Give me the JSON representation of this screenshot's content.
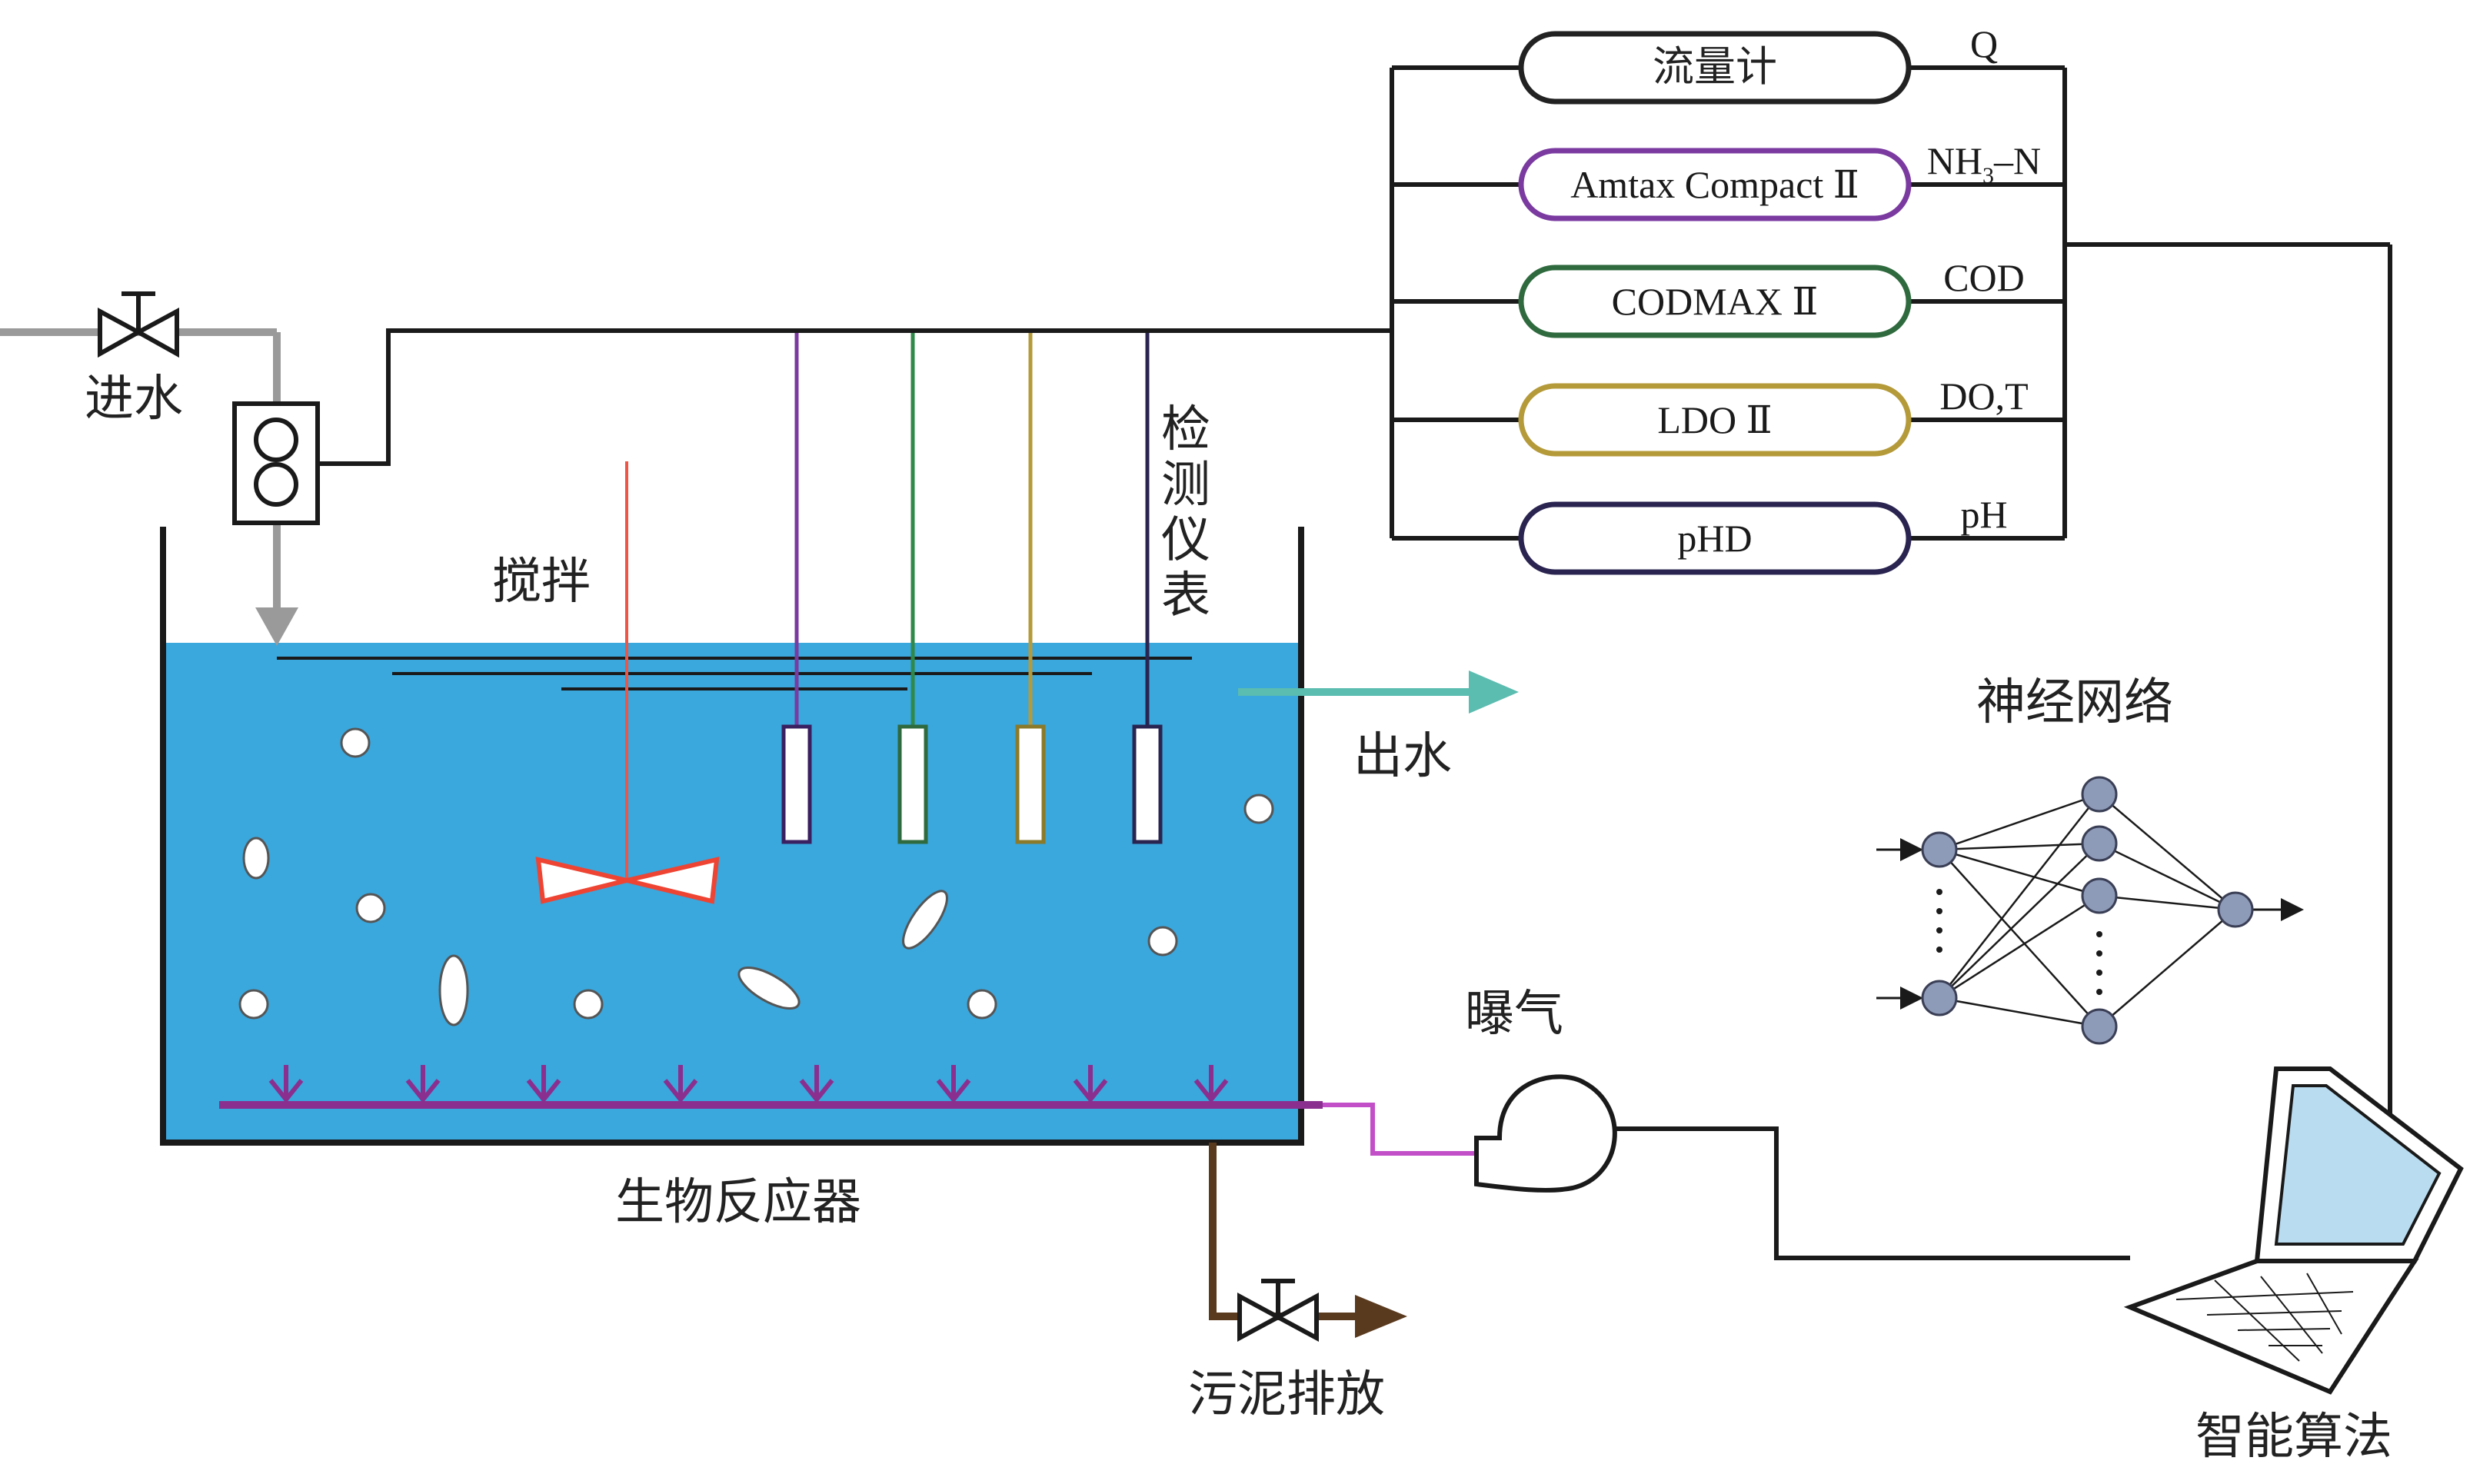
{
  "labels": {
    "inlet": "进水",
    "stirring": "搅拌",
    "monitor_chars": [
      "检",
      "测",
      "仪",
      "表"
    ],
    "outlet": "出水",
    "reactor": "生物反应器",
    "aeration": "曝气",
    "sludge": "污泥排放",
    "neural_network": "神经网络",
    "algorithm": "智能算法"
  },
  "instruments": [
    {
      "name": "流量计",
      "signal": "Q",
      "color": "#222222"
    },
    {
      "name": "Amtax Compact Ⅱ",
      "signal_main": "NH",
      "signal_sub": "3",
      "signal_tail": "–N",
      "color": "#7a3aa0"
    },
    {
      "name": "CODMAX Ⅱ",
      "signal": "COD",
      "color": "#2f6a3e"
    },
    {
      "name": "LDO Ⅱ",
      "signal": "DO,T",
      "color": "#b59a3a"
    },
    {
      "name": "pHD",
      "signal": "pH",
      "color": "#2a2450"
    }
  ],
  "colors": {
    "water": "#3aa7dd",
    "aeration_pipe": "#8a2f8f",
    "outlet_arrow": "#5bbcb0",
    "sludge_pipe": "#5a3a1e",
    "inlet_pipe": "#9a9a9a",
    "stirrer": "#ee5544",
    "probe_purple": "#7a3aa0",
    "probe_green": "#2f8a4a",
    "probe_yellow": "#b59a3a",
    "probe_black": "#2a2450",
    "nn_node": "#8d9ab8"
  }
}
